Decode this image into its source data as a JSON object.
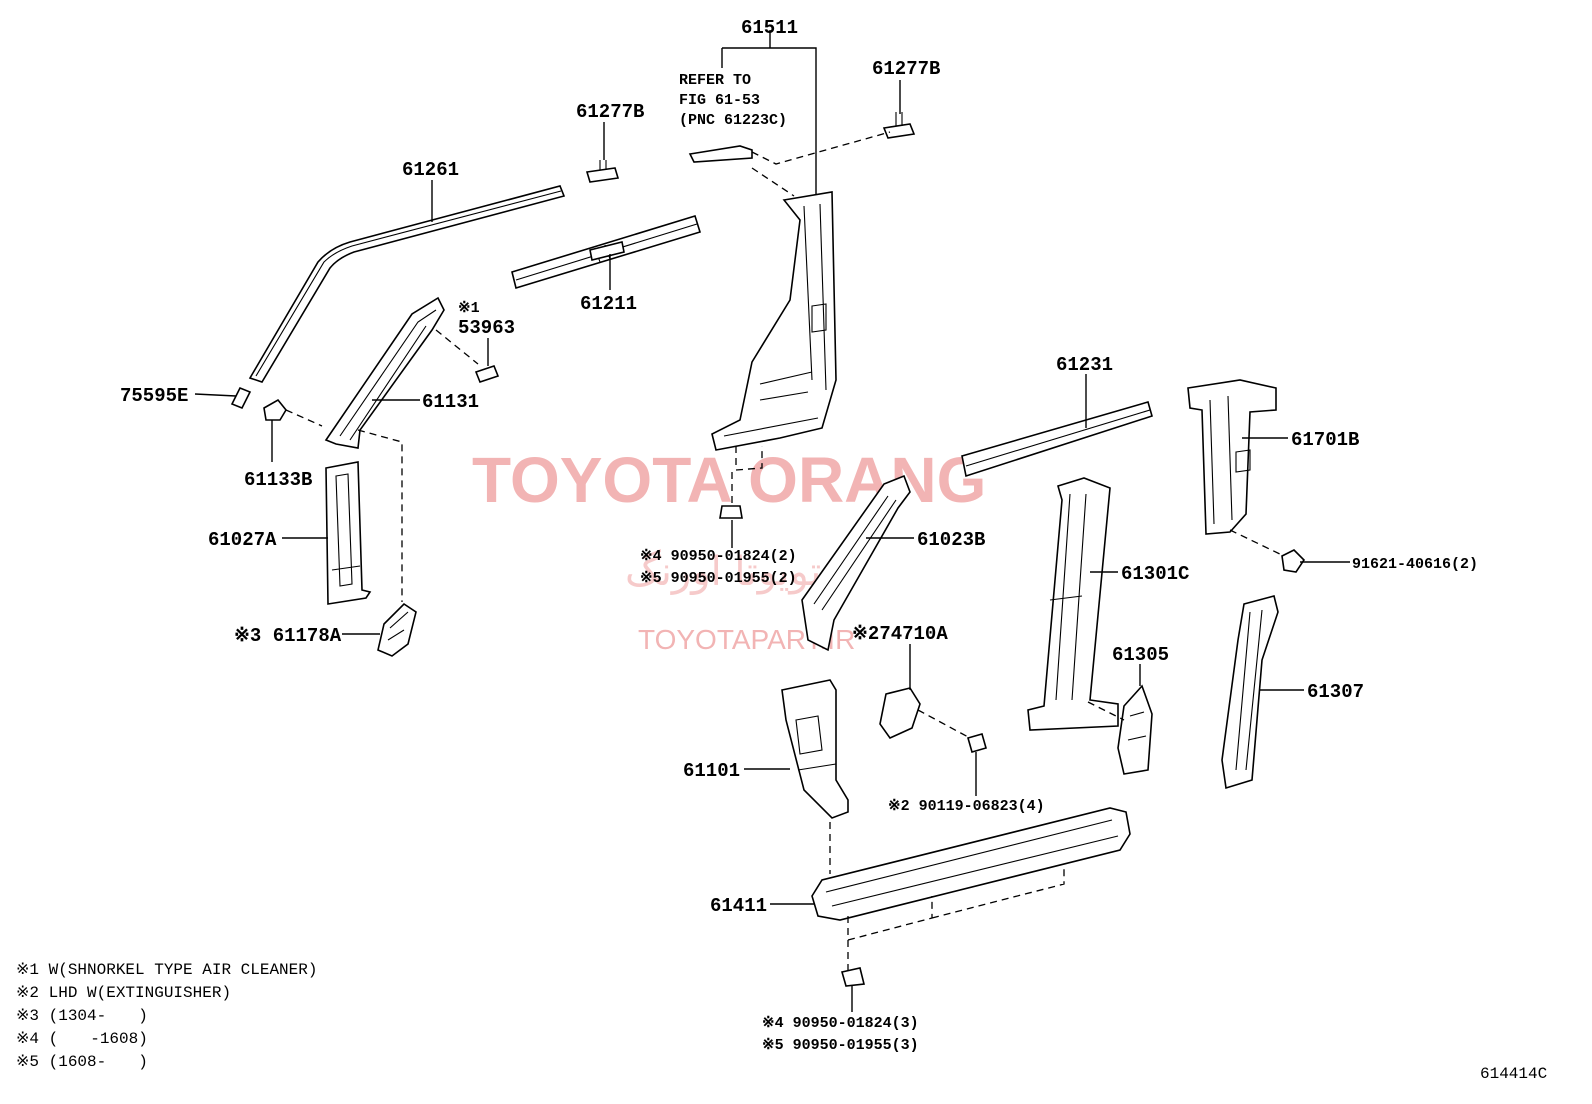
{
  "watermark": {
    "main": "TOYOTA ORANG",
    "farsi": "تویوتا اورنگ",
    "url": "TOYOTAPART.IR"
  },
  "labels": {
    "p61511": "61511",
    "refer1": "REFER TO",
    "refer2": "FIG 61-53",
    "refer3": "(PNC 61223C)",
    "p61277b_right": "61277B",
    "p61277b_left": "61277B",
    "p61261": "61261",
    "p61211": "61211",
    "p53963_mark": "※1",
    "p53963": "53963",
    "p75595e": "75595E",
    "p61131": "61131",
    "p61133b": "61133B",
    "p61027a": "61027A",
    "p61178a": "※3 61178A",
    "p61231": "61231",
    "p61701b": "61701B",
    "bolt_upper": "91621-40616(2)",
    "clip_upper_1": "※4 90950-01824(2)",
    "clip_upper_2": "※5 90950-01955(2)",
    "p61023b": "61023B",
    "p61301c": "61301C",
    "p274710a": "※274710A",
    "p61305": "61305",
    "p61307": "61307",
    "p61101": "61101",
    "bolt_lower": "※2 90119-06823(4)",
    "p61411": "61411",
    "clip_lower_1": "※4 90950-01824(3)",
    "clip_lower_2": "※5 90950-01955(3)"
  },
  "notes": [
    "※1 W(SHNORKEL TYPE AIR CLEANER)",
    "※2 LHD W(EXTINGUISHER)",
    "※3 (1304-　　)",
    "※4 (　　-1608)",
    "※5 (1608-　　)"
  ],
  "figure_id": "614414C"
}
